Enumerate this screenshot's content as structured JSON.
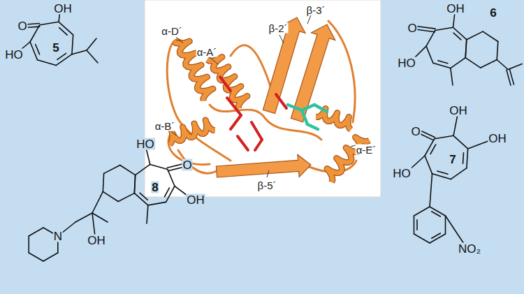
{
  "diagram": {
    "labels": [
      "OH",
      "O",
      "HO",
      "5",
      "α-D´",
      "α-A´",
      "β-2´",
      "β-3´",
      "α-B´",
      "β-5´",
      "α-E´",
      "OH",
      "O",
      "HO",
      "6",
      "OH",
      "OH",
      "O",
      "HO",
      "7",
      "NO₂",
      "HO",
      "O",
      "OH",
      "8",
      "N",
      "OH"
    ]
  }
}
